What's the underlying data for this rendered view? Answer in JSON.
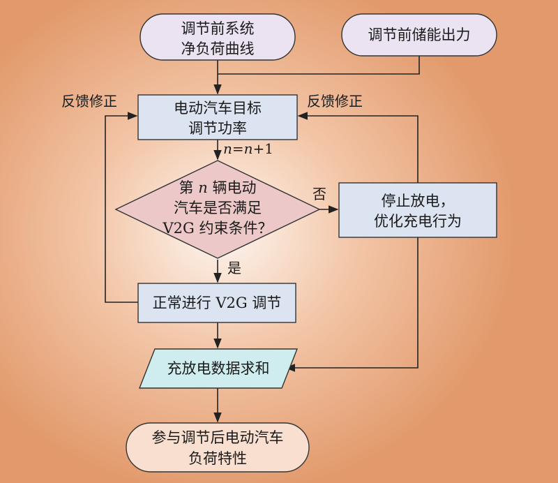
{
  "colors": {
    "terminal_fill": "#ebe3f2",
    "process_fill": "#dbe4f0",
    "decision_fill": "#ecc9c8",
    "io_fill": "#cfecee",
    "end_fill": "#f8dfcf",
    "stroke": "#333333"
  },
  "nodes": {
    "start_load": {
      "line1": "调节前系统",
      "line2": "净负荷曲线"
    },
    "start_storage": {
      "line1": "调节前储能出力"
    },
    "ev_target": {
      "line1": "电动汽车目标",
      "line2": "调节功率"
    },
    "decision": {
      "line1_a": "第 ",
      "line1_n": "n",
      "line1_b": " 辆电动",
      "line2": "汽车是否满足",
      "line3": "V2G 约束条件？"
    },
    "stop": {
      "line1": "停止放电，",
      "line2": "优化充电行为"
    },
    "normal": {
      "line1": "正常进行 V2G 调节"
    },
    "sum": {
      "line1": "充放电数据求和"
    },
    "end": {
      "line1": "参与调节后电动汽车",
      "line2": "负荷特性"
    }
  },
  "labels": {
    "feedback_left": "反馈修正",
    "feedback_right": "反馈修正",
    "no": "否",
    "yes": "是",
    "counter_n1": "n",
    "counter_eq": "=",
    "counter_n2": "n",
    "counter_plus": "+1"
  }
}
